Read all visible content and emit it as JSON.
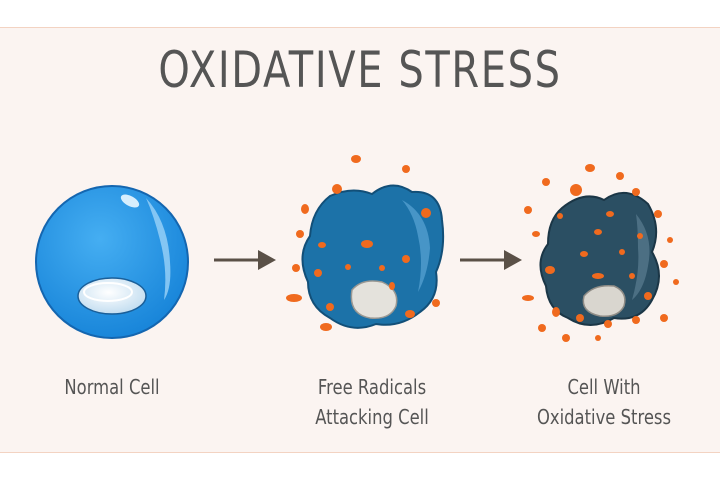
{
  "title": "OXIDATIVE STRESS",
  "stages": [
    {
      "lines": [
        "Normal Cell"
      ]
    },
    {
      "lines": [
        "Free Radicals",
        "Attacking Cell"
      ]
    },
    {
      "lines": [
        "Cell With",
        "Oxidative Stress"
      ]
    }
  ],
  "colors": {
    "panel_background": "#fbf4f1",
    "title_text": "#555555",
    "arrow": "#5a5047",
    "normal_cell": "#1e8fe0",
    "attacked_cell": "#1c72a8",
    "stressed_cell": "#2b4f63",
    "free_radical": "#f06a1e",
    "nucleus": "#e4e2dc"
  }
}
